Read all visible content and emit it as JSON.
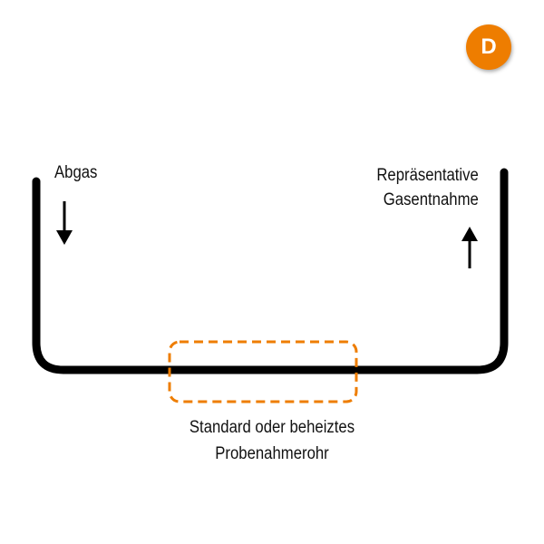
{
  "badge": {
    "letter": "D",
    "color": "#ee7d00"
  },
  "labels": {
    "exhaust": "Abgas",
    "sampling": [
      "Repräsentative",
      "Gasentnahme"
    ],
    "probe": [
      "Standard oder beheiztes",
      "Probenahmerohr"
    ]
  },
  "flows": {
    "exhaust_direction": "down",
    "sampling_direction": "up"
  },
  "colors": {
    "pipe": "#000000",
    "probe_highlight": "#ee7d00",
    "text": "#111111"
  }
}
